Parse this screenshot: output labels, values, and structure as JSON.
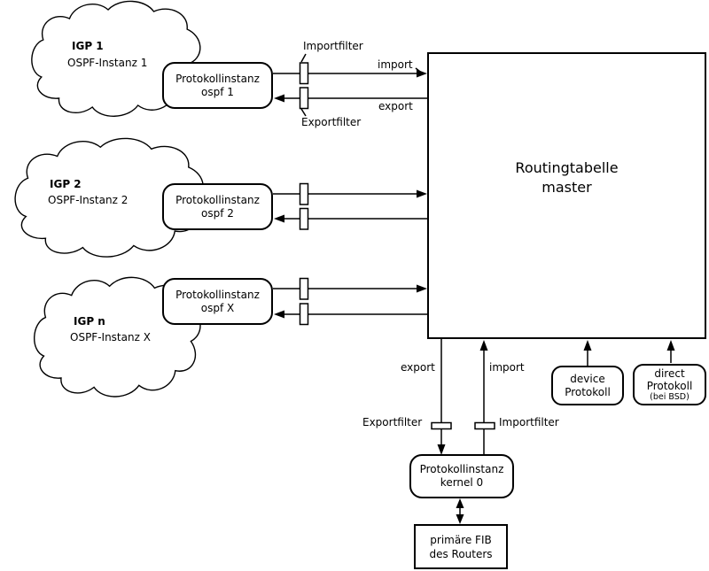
{
  "rows": [
    {
      "igp": "IGP 1",
      "ospf": "OSPF-Instanz 1",
      "box1": "Protokollinstanz",
      "box2": "ospf 1"
    },
    {
      "igp": "IGP 2",
      "ospf": "OSPF-Instanz 2",
      "box1": "Protokollinstanz",
      "box2": "ospf 2"
    },
    {
      "igp": "IGP n",
      "ospf": "OSPF-Instanz X",
      "box1": "Protokollinstanz",
      "box2": "ospf X"
    }
  ],
  "routing_table": {
    "line1": "Routingtabelle",
    "line2": "master"
  },
  "top_labels": {
    "importfilter": "Importfilter",
    "exportfilter": "Exportfilter",
    "import": "import",
    "export": "export"
  },
  "bottom_labels": {
    "export": "export",
    "import": "import",
    "exportfilter": "Exportfilter",
    "importfilter": "Importfilter"
  },
  "kernel_box": {
    "line1": "Protokollinstanz",
    "line2": "kernel 0"
  },
  "fib_box": {
    "line1": "primäre FIB",
    "line2": "des Routers"
  },
  "device_box": {
    "line1": "device",
    "line2": "Protokoll"
  },
  "direct_box": {
    "line1": "direct",
    "line2": "Protokoll",
    "note": "(bei BSD)"
  },
  "colors": {
    "stroke": "#000000",
    "background": "#ffffff"
  }
}
